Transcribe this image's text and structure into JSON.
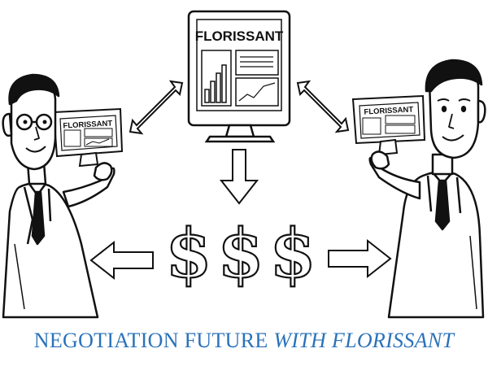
{
  "screens": {
    "center_brand": "FLORISSANT",
    "left_brand": "FLORISSANT",
    "right_brand": "FLORISSANT"
  },
  "money": {
    "symbol": "$",
    "count": 3
  },
  "caption": {
    "part1": "NEGOTIATION FUTURE ",
    "part2": "WITH FLORISSANT",
    "color": "#2a72ba"
  }
}
